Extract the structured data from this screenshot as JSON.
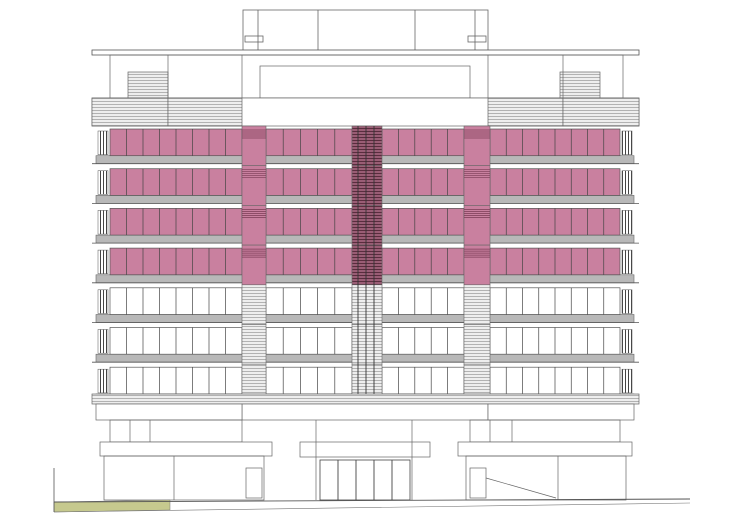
{
  "drawing": {
    "type": "building-front-elevation",
    "floors": [
      {
        "level": "roof-parapet",
        "highlighted": false
      },
      {
        "level": "floor-8",
        "highlighted": false
      },
      {
        "level": "floor-7",
        "highlighted": true
      },
      {
        "level": "floor-6",
        "highlighted": true
      },
      {
        "level": "floor-5",
        "highlighted": true
      },
      {
        "level": "floor-4",
        "highlighted": true
      },
      {
        "level": "floor-3",
        "highlighted": false
      },
      {
        "level": "floor-2",
        "highlighted": false
      },
      {
        "level": "floor-1",
        "highlighted": false
      },
      {
        "level": "podium",
        "highlighted": false
      },
      {
        "level": "ground",
        "highlighted": false
      }
    ],
    "colors": {
      "line": "#555555",
      "highlight_fill": "#c9809f",
      "highlight_dark": "#7a3a55",
      "slab_gray": "#b8b8b8",
      "louver_gray": "#d8d8d8",
      "ground_strip": "#c6c98e",
      "background": "#ffffff"
    }
  }
}
